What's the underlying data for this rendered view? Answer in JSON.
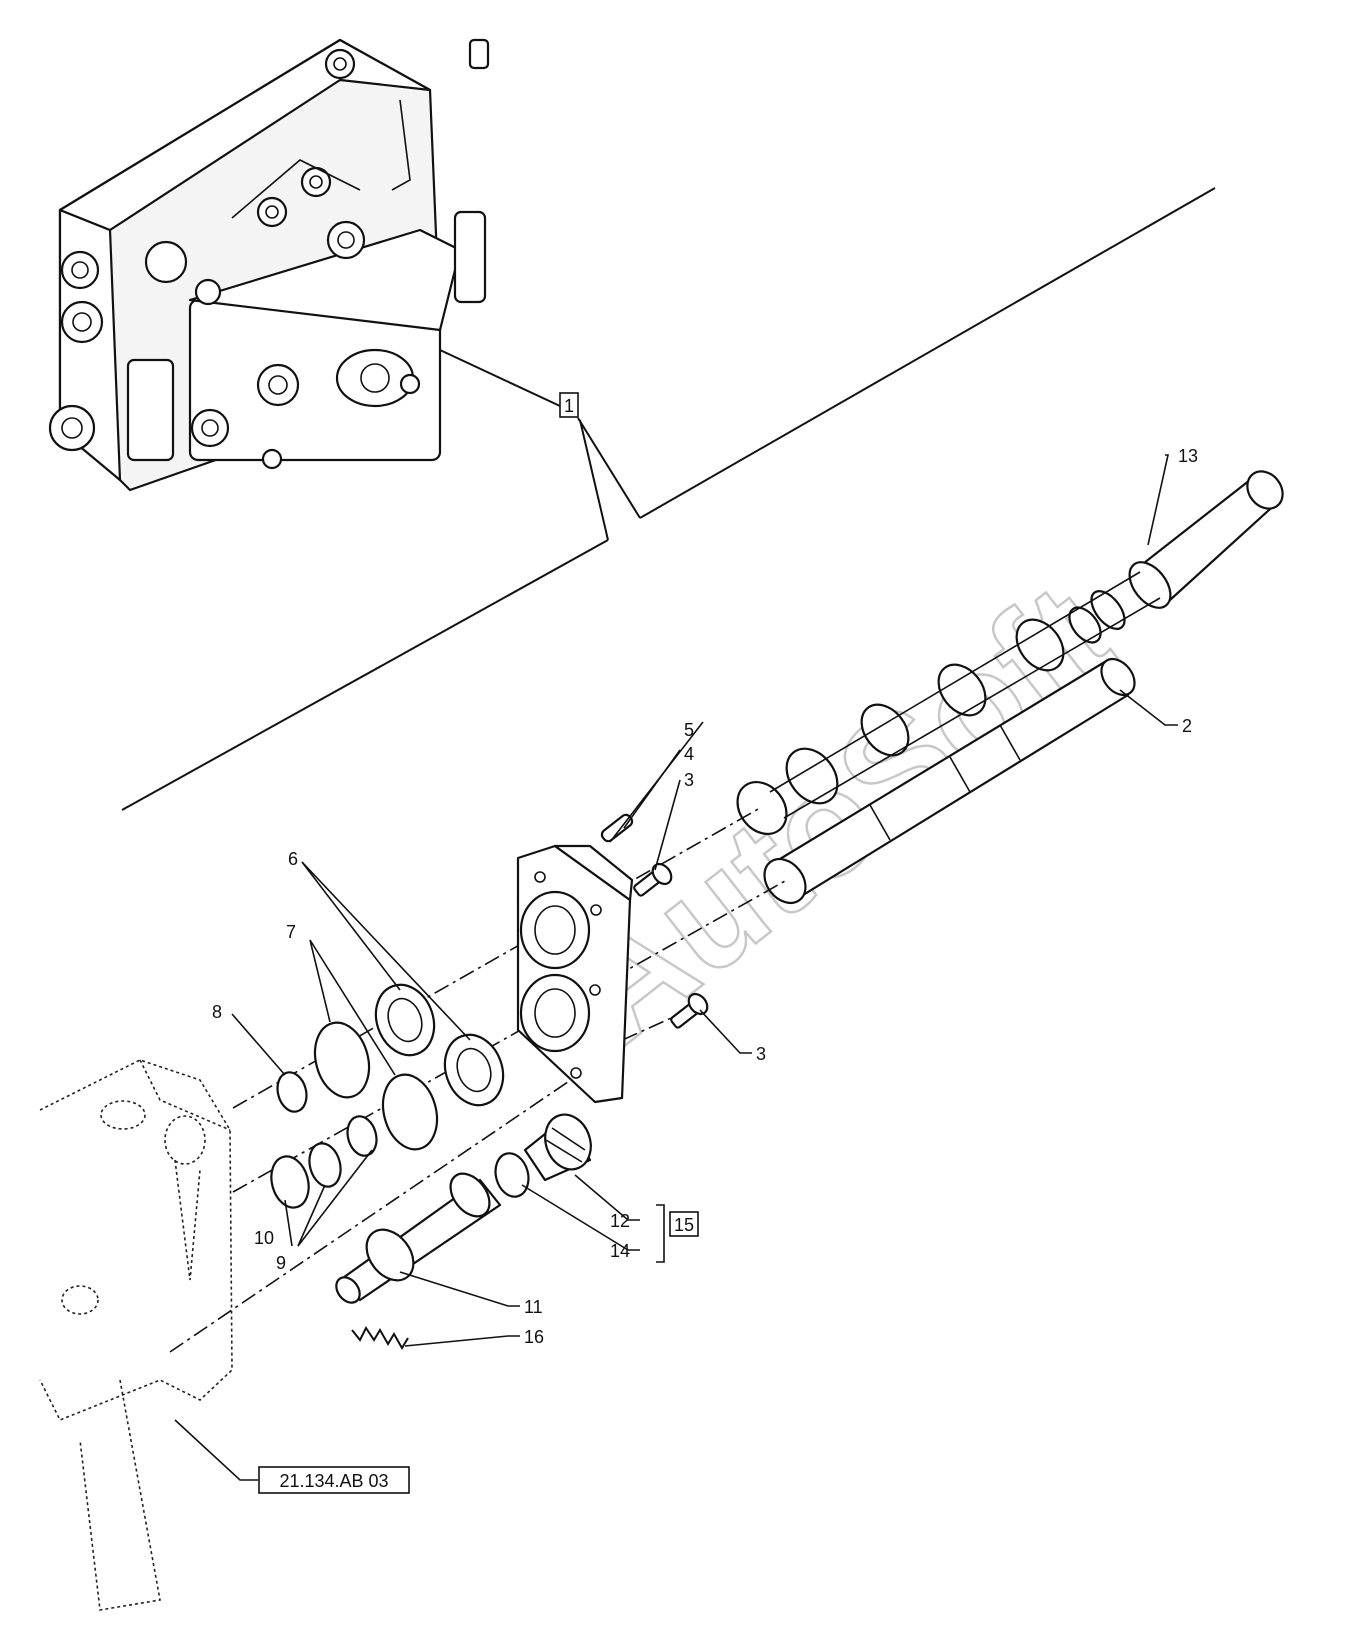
{
  "watermark": "AutoSoft",
  "callouts": {
    "c1": "1",
    "c2": "2",
    "c3a": "3",
    "c3b": "3",
    "c4": "4",
    "c5": "5",
    "c6": "6",
    "c7": "7",
    "c8": "8",
    "c9": "9",
    "c10": "10",
    "c11": "11",
    "c12": "12",
    "c13": "13",
    "c14": "14",
    "c15": "15",
    "c16": "16"
  },
  "reference": "21.134.AB 03"
}
